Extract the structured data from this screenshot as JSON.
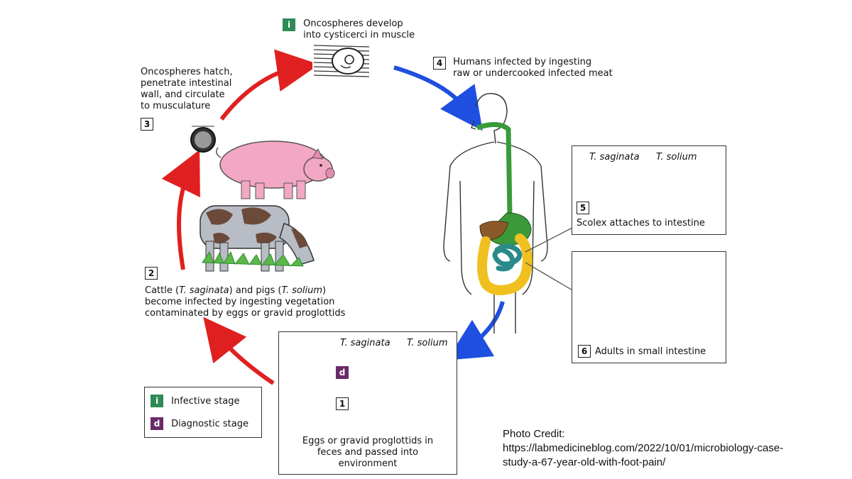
{
  "colors": {
    "infective": "#2e8a57",
    "diagnostic": "#6a2a6a",
    "red_arrow": "#e02020",
    "blue_arrow": "#1f4fe0",
    "stomach": "#3a9a3a",
    "colon": "#f0c020",
    "small_intestine": "#2a8a8a",
    "liver": "#8b5a2b"
  },
  "stages": {
    "s1": {
      "number": "1",
      "text": [
        "Eggs or gravid proglottids in",
        "feces and passed into",
        "environment"
      ],
      "species_a": "T. saginata",
      "species_b": "T. solium"
    },
    "s2": {
      "number": "2",
      "text_line1_a": "Cattle (",
      "text_line1_b": "T. saginata",
      "text_line1_c": ") and pigs (",
      "text_line1_d": "T. solium",
      "text_line1_e": ")",
      "text_line2": "become infected by ingesting vegetation",
      "text_line3": "contaminated by eggs or gravid proglottids"
    },
    "s3": {
      "number": "3",
      "text": [
        "Oncospheres hatch,",
        "penetrate intestinal",
        "wall, and circulate",
        "to musculature"
      ]
    },
    "s4": {
      "number": "4",
      "text": [
        "Humans infected by ingesting",
        "raw or undercooked infected meat"
      ]
    },
    "s5": {
      "number": "5",
      "text": "Scolex attaches to intestine",
      "species_a": "T. saginata",
      "species_b": "T. solium"
    },
    "s6": {
      "number": "6",
      "text": "Adults in small intestine"
    },
    "top": {
      "tag": "i",
      "text": [
        "Oncospheres develop",
        "into cysticerci in muscle"
      ]
    },
    "d_marker": "d"
  },
  "legend": {
    "infective_tag": "i",
    "infective_label": "Infective stage",
    "diagnostic_tag": "d",
    "diagnostic_label": "Diagnostic stage"
  },
  "credit": {
    "line1": "Photo Credit:",
    "line2": "https://labmedicineblog.com/2022/10/01/microbiology-case-",
    "line3": "study-a-67-year-old-with-foot-pain/"
  }
}
